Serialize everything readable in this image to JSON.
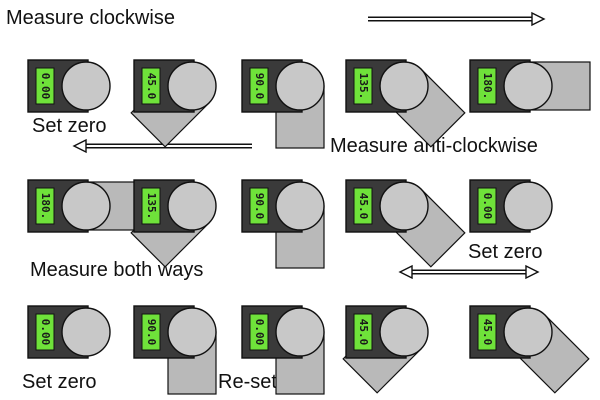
{
  "labels": {
    "clockwise": "Measure clockwise",
    "anticlockwise": "Measure anti-clockwise",
    "both_ways": "Measure both ways",
    "set_zero": "Set zero",
    "reset_zero": "Re-set zero"
  },
  "colors": {
    "body": "#3a3a3a",
    "dial": "#c8c8c8",
    "arm": "#b9b9b9",
    "lcd": "#6fe23a",
    "outline": "#111111"
  },
  "rows": [
    {
      "name": "clockwise",
      "gauges": [
        {
          "reading": "0.00",
          "arm_angle": 0
        },
        {
          "reading": "45.0",
          "arm_angle": 45
        },
        {
          "reading": "90.0",
          "arm_angle": 90
        },
        {
          "reading": "135.",
          "arm_angle": 135
        },
        {
          "reading": "180.",
          "arm_angle": 180
        }
      ]
    },
    {
      "name": "anticlockwise",
      "gauges": [
        {
          "reading": "180.",
          "arm_angle": 180
        },
        {
          "reading": "135.",
          "arm_angle": 45
        },
        {
          "reading": "90.0",
          "arm_angle": 90
        },
        {
          "reading": "45.0",
          "arm_angle": 135
        },
        {
          "reading": "0.00",
          "arm_angle": 0
        }
      ]
    },
    {
      "name": "both_ways",
      "gauges": [
        {
          "reading": "0.00",
          "arm_angle": 0
        },
        {
          "reading": "90.0",
          "arm_angle": 90
        },
        {
          "reading": "0.00",
          "arm_angle": 90
        },
        {
          "reading": "45.0",
          "arm_angle": 45
        },
        {
          "reading": "45.0",
          "arm_angle": 135
        }
      ]
    }
  ],
  "arrows": {
    "clockwise": "right",
    "anticlockwise": "left",
    "both_ways": "both"
  }
}
